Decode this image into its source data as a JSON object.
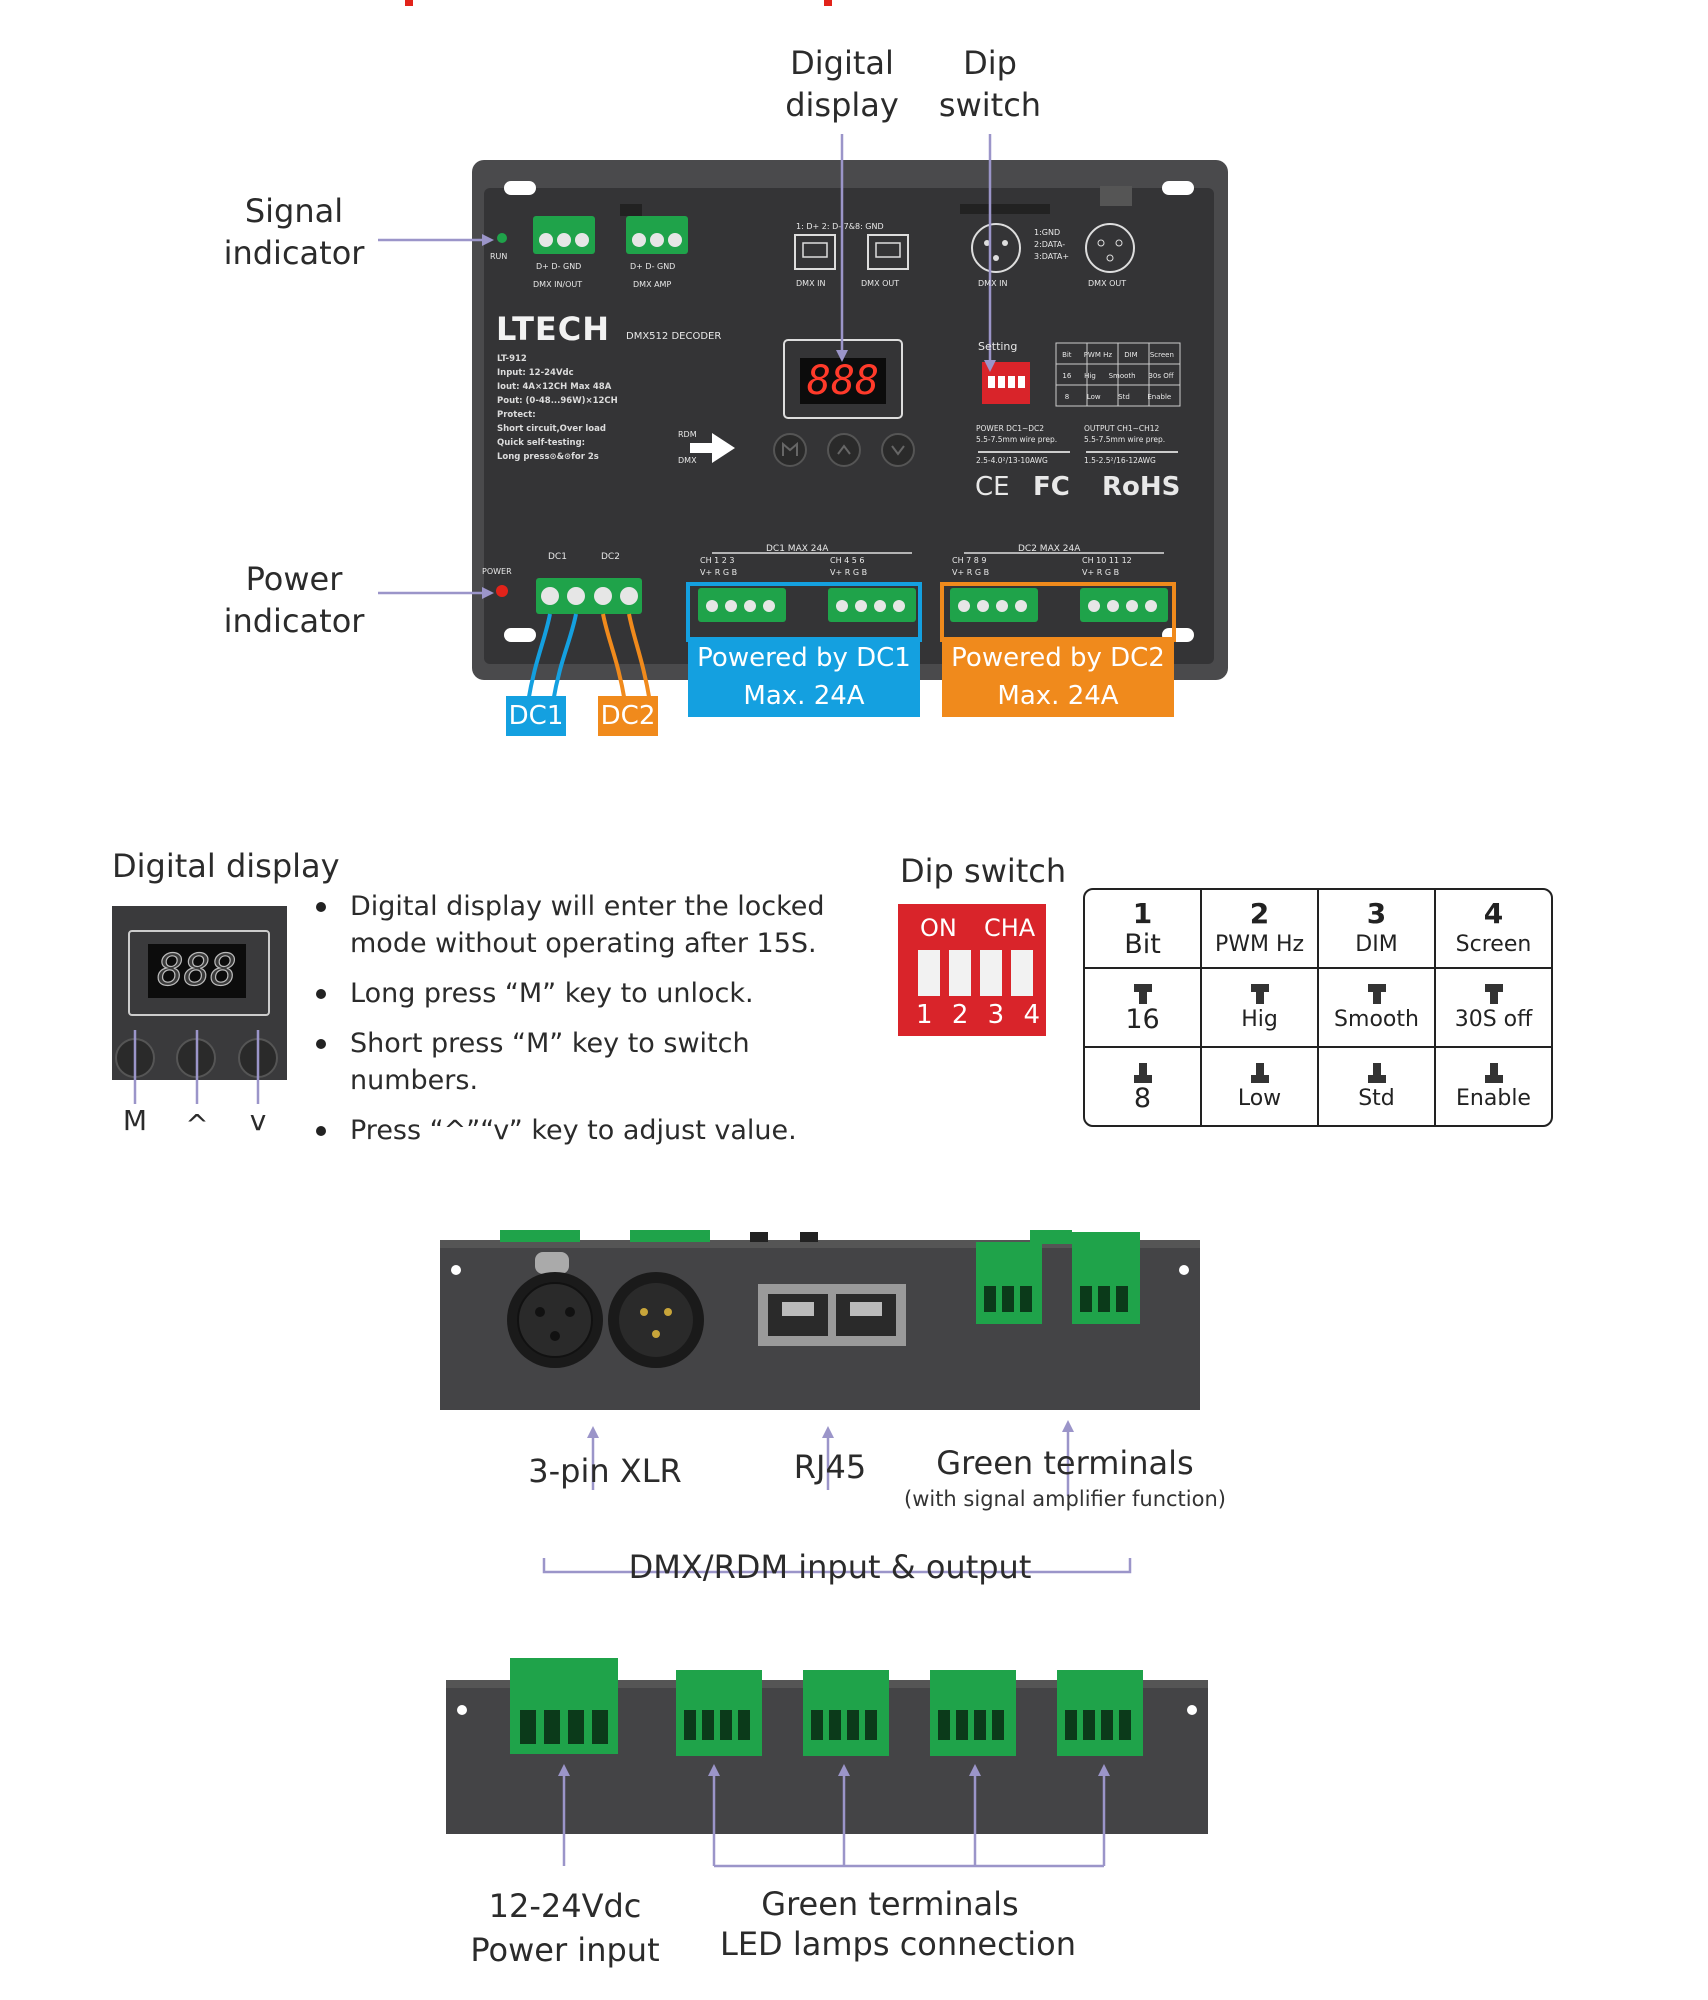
{
  "top_labels": {
    "digital_display": [
      "Digital",
      "display"
    ],
    "dip_switch": [
      "Dip",
      "switch"
    ],
    "signal_indicator": [
      "Signal",
      "indicator"
    ],
    "power_indicator": [
      "Power",
      "indicator"
    ]
  },
  "device": {
    "run": "RUN",
    "power": "POWER",
    "term1_pins": "D+  D-  GND",
    "term1_name": "DMX IN/OUT",
    "term2_pins": "D+  D-  GND",
    "term2_name": "DMX AMP",
    "rj_pinout": "1: D+  2: D-  7&8: GND",
    "rj_in": "DMX IN",
    "rj_out": "DMX OUT",
    "xlr_pinout": [
      "1:GND",
      "2:DATA-",
      "3:DATA+"
    ],
    "xlr_in": "DMX IN",
    "xlr_out": "DMX OUT",
    "brand": "LTECH",
    "product": "DMX512 DECODER",
    "specs": [
      "LT-912",
      "Input: 12-24Vdc",
      "Iout:  4A×12CH  Max 48A",
      "Pout: (0-48...96W)×12CH",
      "Protect:",
      "Short circuit,Over load",
      "Quick self-testing:",
      "Long press⊙&⊙for 2s"
    ],
    "display_value": "888",
    "rdm": "RDM",
    "dmx": "DMX",
    "setting": "Setting",
    "mini_table": {
      "headers": [
        "Bit",
        "PWM Hz",
        "DIM",
        "Screen"
      ],
      "row1": [
        "16",
        "Hig",
        "Smooth",
        "30s Off"
      ],
      "row2": [
        "8",
        "Low",
        "Std",
        "Enable"
      ]
    },
    "wire_power": [
      "POWER   DC1~DC2",
      "5.5-7.5mm wire prep.",
      "2.5-4.0²/13-10AWG"
    ],
    "wire_output": [
      "OUTPUT  CH1~CH12",
      "5.5-7.5mm wire prep.",
      "1.5-2.5²/16-12AWG"
    ],
    "cert": [
      "CE",
      "FC",
      "RoHS"
    ],
    "dc1_label": "DC1",
    "dc2_label": "DC2",
    "dc1_max": "DC1  MAX 24A",
    "dc2_max": "DC2  MAX 24A",
    "ch_group1": "CH  1  2  3",
    "ch_group2": "CH  4  5  6",
    "ch_group3": "CH  7  8  9",
    "ch_group4": "CH  10  11  12",
    "pin_row": "V+  R  G  B"
  },
  "callouts": {
    "dc1": "DC1",
    "dc2": "DC2",
    "powered_dc1": [
      "Powered by DC1",
      "Max. 24A"
    ],
    "powered_dc2": [
      "Powered by DC2",
      "Max. 24A"
    ]
  },
  "digital_display_section": {
    "title": "Digital display",
    "keys": [
      "M",
      "^",
      "v"
    ],
    "bullets": [
      "Digital display will enter the locked mode without operating after 15S.",
      "Long press “M” key to unlock.",
      "Short press “M” key to switch numbers.",
      "Press “^”“v” key to adjust value."
    ]
  },
  "dip_switch_section": {
    "title": "Dip switch",
    "switch_on": "ON",
    "switch_cha": "CHA",
    "switch_nums": [
      "1",
      "2",
      "3",
      "4"
    ],
    "table": {
      "numbers": [
        "1",
        "2",
        "3",
        "4"
      ],
      "names": [
        "Bit",
        "PWM Hz",
        "DIM",
        "Screen"
      ],
      "up_values": [
        "16",
        "Hig",
        "Smooth",
        "30S off"
      ],
      "down_values": [
        "8",
        "Low",
        "Std",
        "Enable"
      ]
    }
  },
  "side_view_1": {
    "xlr": "3-pin XLR",
    "rj45": "RJ45",
    "green": "Green terminals",
    "green_note": "(with signal amplifier function)",
    "group": "DMX/RDM input & output"
  },
  "side_view_2": {
    "power": [
      "12-24Vdc",
      "Power  input"
    ],
    "green": [
      "Green terminals",
      "LED lamps connection"
    ]
  },
  "colors": {
    "dc1_blue": "#14a0e0",
    "dc2_orange": "#f08a1c",
    "terminal_green": "#1fa34a",
    "device_body": "#3a3a3c",
    "arrow_lavender": "#9b95c9"
  }
}
